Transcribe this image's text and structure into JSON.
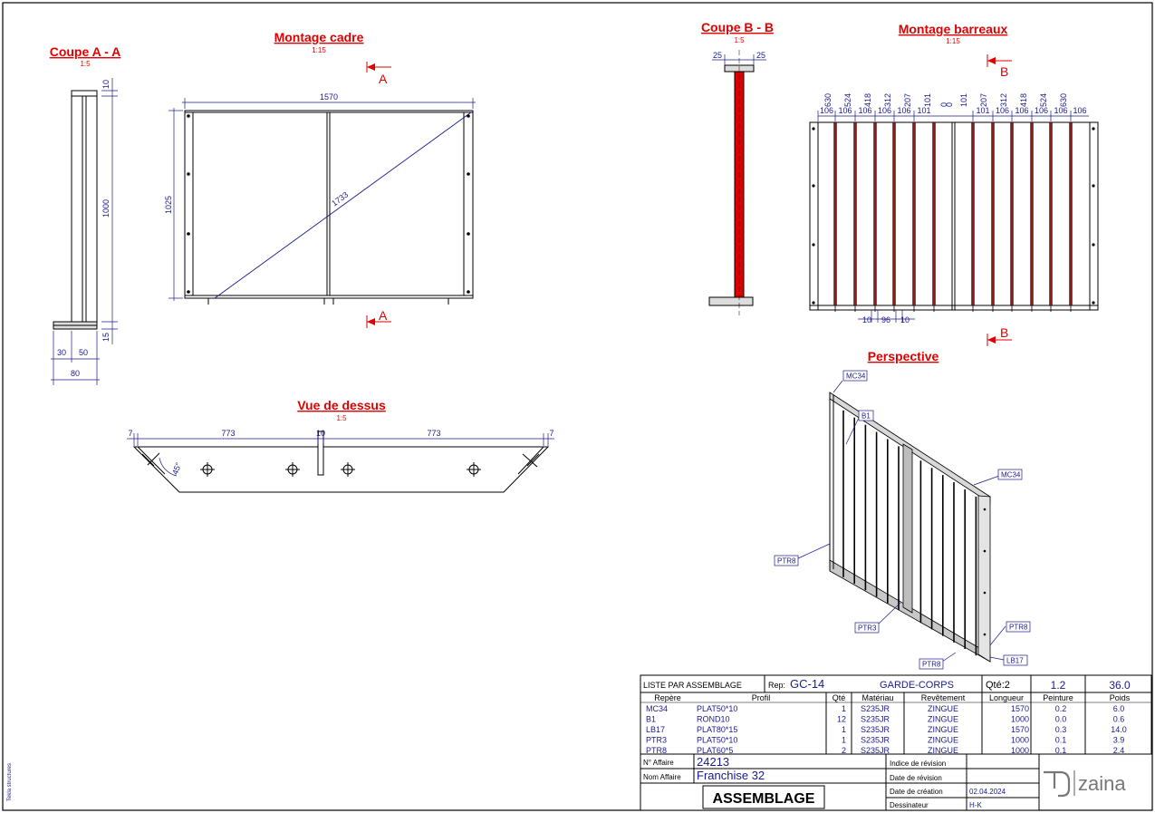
{
  "views": {
    "coupe_aa": {
      "title": "Coupe A - A",
      "scale": "1:5",
      "dims": [
        "10",
        "1000",
        "15",
        "30",
        "50",
        "80"
      ]
    },
    "montage_cadre": {
      "title": "Montage cadre",
      "scale": "1:15",
      "dims": [
        "1570",
        "1025",
        "1733"
      ],
      "section_label": "A"
    },
    "coupe_bb": {
      "title": "Coupe B - B",
      "scale": "1:5",
      "dims": [
        "25",
        "25"
      ]
    },
    "montage_barreaux": {
      "title": "Montage barreaux",
      "scale": "1:15",
      "section_label": "B",
      "top_dims": [
        "630",
        "524",
        "418",
        "312",
        "207",
        "101",
        "0",
        "0",
        "101",
        "207",
        "312",
        "418",
        "524",
        "630"
      ],
      "spacing_dims": [
        "106",
        "106",
        "106",
        "106",
        "106",
        "101",
        "101",
        "106",
        "106",
        "106",
        "106",
        "106"
      ],
      "bottom_dims": [
        "10",
        "96",
        "10"
      ]
    },
    "vue_dessus": {
      "title": "Vue de dessus",
      "scale": "1:5",
      "dims": [
        "7",
        "773",
        "10",
        "773",
        "7",
        "45°"
      ]
    },
    "perspective": {
      "title": "Perspective",
      "tags": [
        "MC34",
        "B1",
        "MC34",
        "PTR8",
        "PTR3",
        "PTR8",
        "PTR8",
        "LB17"
      ]
    }
  },
  "side_text": "Tekla structures",
  "title_block": {
    "list_label": "LISTE PAR ASSEMBLAGE",
    "rep_label": "Rep:",
    "rep_value": "GC-14",
    "name": "GARDE-CORPS",
    "qty_label": "Qté:2",
    "paint_total": "1.2",
    "weight_total": "36.0",
    "headers": [
      "Repère",
      "Profil",
      "Qté",
      "Matériau",
      "Revêtement",
      "Longueur",
      "Peinture",
      "Poids"
    ],
    "rows": [
      [
        "MC34",
        "PLAT50*10",
        "1",
        "S235JR",
        "ZINGUE",
        "1570",
        "0.2",
        "6.0"
      ],
      [
        "B1",
        "ROND10",
        "12",
        "S235JR",
        "ZINGUE",
        "1000",
        "0.0",
        "0.6"
      ],
      [
        "LB17",
        "PLAT80*15",
        "1",
        "S235JR",
        "ZINGUE",
        "1570",
        "0.3",
        "14.0"
      ],
      [
        "PTR3",
        "PLAT50*10",
        "1",
        "S235JR",
        "ZINGUE",
        "1000",
        "0.1",
        "3.9"
      ],
      [
        "PTR8",
        "PLAT60*5",
        "2",
        "S235JR",
        "ZINGUE",
        "1000",
        "0.1",
        "2.4"
      ]
    ],
    "affaire_no_label": "N° Affaire",
    "affaire_no": "24213",
    "affaire_name_label": "Nom Affaire",
    "affaire_name": "Franchise 32",
    "assembly_label": "ASSEMBLAGE",
    "revision_index_label": "Indice de révision",
    "revision_date_label": "Date de révision",
    "creation_date_label": "Date de création",
    "creation_date": "02.04.2024",
    "drawer_label": "Dessinateur",
    "drawer": "H-K",
    "logo_text": "zaina"
  }
}
